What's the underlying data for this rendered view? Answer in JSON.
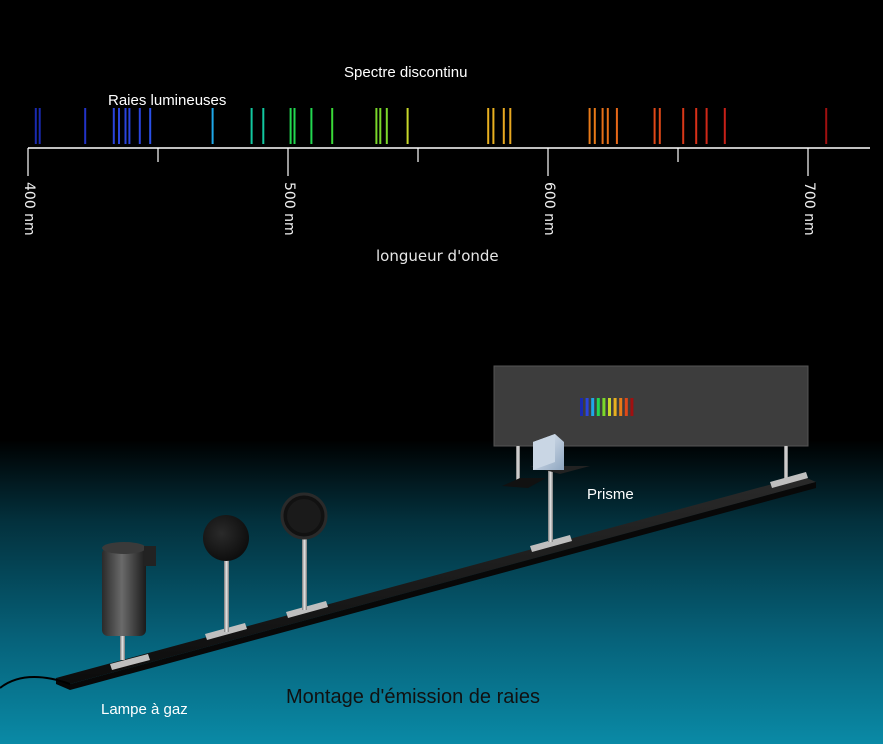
{
  "spectrum": {
    "title": "Spectre discontinu",
    "lines_label": "Raies lumineuses",
    "axis_label": "longueur d'onde",
    "ticks": [
      {
        "value": 400,
        "label": "400 nm"
      },
      {
        "value": 500,
        "label": "500 nm"
      },
      {
        "value": 600,
        "label": "600 nm"
      },
      {
        "value": 700,
        "label": "700 nm"
      }
    ],
    "minor_ticks": [
      450,
      550,
      650
    ],
    "x_range": [
      400,
      733
    ],
    "lines": [
      {
        "wl": 403,
        "color": "#1a2ab0"
      },
      {
        "wl": 404.5,
        "color": "#1a2ab0"
      },
      {
        "wl": 422,
        "color": "#2233c8"
      },
      {
        "wl": 433,
        "color": "#2a44dd"
      },
      {
        "wl": 435,
        "color": "#2a44dd"
      },
      {
        "wl": 437.5,
        "color": "#2a44dd"
      },
      {
        "wl": 439,
        "color": "#2a44dd"
      },
      {
        "wl": 443,
        "color": "#2a44dd"
      },
      {
        "wl": 447,
        "color": "#2a50e8"
      },
      {
        "wl": 471,
        "color": "#1fa8e8"
      },
      {
        "wl": 486,
        "color": "#12c8a0"
      },
      {
        "wl": 490.5,
        "color": "#12c8a0"
      },
      {
        "wl": 501,
        "color": "#22d850"
      },
      {
        "wl": 502.5,
        "color": "#22d850"
      },
      {
        "wl": 509,
        "color": "#22d850"
      },
      {
        "wl": 517,
        "color": "#3ad838"
      },
      {
        "wl": 534,
        "color": "#7ad82a"
      },
      {
        "wl": 535.5,
        "color": "#7ad82a"
      },
      {
        "wl": 538,
        "color": "#7ad82a"
      },
      {
        "wl": 546,
        "color": "#c8d82a"
      },
      {
        "wl": 577,
        "color": "#e8b020"
      },
      {
        "wl": 579,
        "color": "#e8b020"
      },
      {
        "wl": 583,
        "color": "#e8a820"
      },
      {
        "wl": 585.5,
        "color": "#e8a820"
      },
      {
        "wl": 616,
        "color": "#e87a18"
      },
      {
        "wl": 618,
        "color": "#e87a18"
      },
      {
        "wl": 621,
        "color": "#e87018"
      },
      {
        "wl": 623,
        "color": "#e87018"
      },
      {
        "wl": 626.5,
        "color": "#e86818"
      },
      {
        "wl": 641,
        "color": "#e04818"
      },
      {
        "wl": 643,
        "color": "#e04818"
      },
      {
        "wl": 652,
        "color": "#d83818"
      },
      {
        "wl": 657,
        "color": "#d83018"
      },
      {
        "wl": 661,
        "color": "#d02818"
      },
      {
        "wl": 668,
        "color": "#c82018"
      },
      {
        "wl": 707,
        "color": "#a01010"
      }
    ]
  },
  "setup": {
    "title": "Montage d'émission de raies",
    "prism_label": "Prisme",
    "lamp_label": "Lampe à gaz",
    "screen_spectrum_colors": [
      "#1a2ab0",
      "#2a44dd",
      "#1fa8e8",
      "#22d850",
      "#7ad82a",
      "#c8d82a",
      "#e8b020",
      "#e87a18",
      "#e04818",
      "#a01010"
    ]
  }
}
